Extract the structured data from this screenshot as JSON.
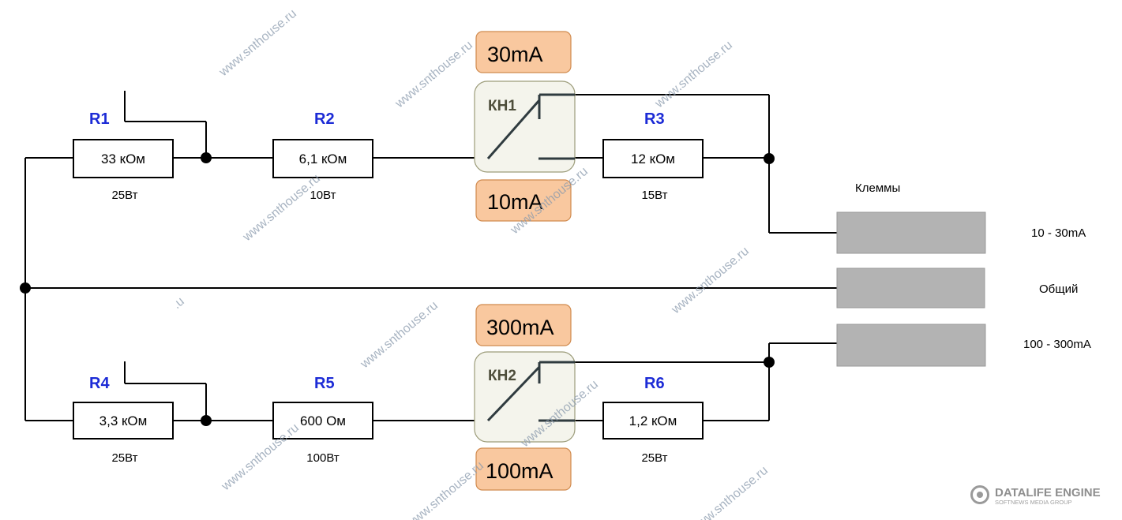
{
  "resistors": [
    {
      "id": "r1",
      "name": "R1",
      "value": "33 кОм",
      "power": "25Вт"
    },
    {
      "id": "r2",
      "name": "R2",
      "value": "6,1 кОм",
      "power": "10Вт"
    },
    {
      "id": "r3",
      "name": "R3",
      "value": "12 кОм",
      "power": "15Вт"
    },
    {
      "id": "r4",
      "name": "R4",
      "value": "3,3 кОм",
      "power": "25Вт"
    },
    {
      "id": "r5",
      "name": "R5",
      "value": "600 Ом",
      "power": "100Вт"
    },
    {
      "id": "r6",
      "name": "R6",
      "value": "1,2 кОм",
      "power": "25Вт"
    }
  ],
  "switches": [
    {
      "id": "kn1",
      "name": "КН1",
      "current_top": "30mA",
      "current_bottom": "10mA"
    },
    {
      "id": "kn2",
      "name": "КН2",
      "current_top": "300mA",
      "current_bottom": "100mA"
    }
  ],
  "terminals": {
    "title": "Клеммы",
    "items": [
      {
        "label": "10 - 30mA"
      },
      {
        "label": "Общий"
      },
      {
        "label": "100 - 300mA"
      }
    ]
  },
  "watermark": {
    "text": "www.snthouse.ru",
    "fragment": ".u"
  },
  "logo": {
    "name": "DATALIFE ENGINE",
    "tagline": "SOFTNEWS MEDIA GROUP",
    "icon": "eye-icon"
  }
}
